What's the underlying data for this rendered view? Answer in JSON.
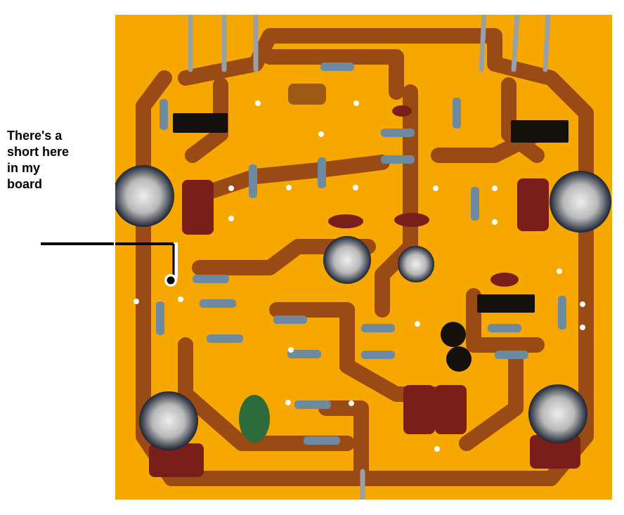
{
  "annotation": {
    "lines": [
      "There's a",
      "short here",
      "in my",
      "board"
    ]
  },
  "colors": {
    "board": "#f6a800",
    "trace": "#8a3a18",
    "pointer": "#000000"
  }
}
